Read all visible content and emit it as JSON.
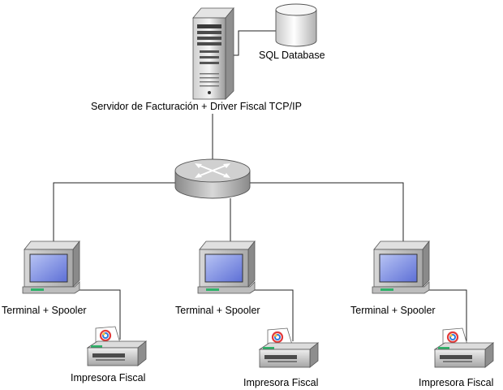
{
  "diagram": {
    "server": {
      "label": "Servidor de Facturación + Driver Fiscal TCP/IP"
    },
    "database": {
      "label": "SQL Database"
    },
    "router": {
      "name": "router-icon"
    },
    "terminals": [
      {
        "label": "Terminal + Spooler",
        "printer_label": "Impresora Fiscal"
      },
      {
        "label": "Terminal + Spooler",
        "printer_label": "Impresora Fiscal"
      },
      {
        "label": "Terminal + Spooler",
        "printer_label": "Impresora Fiscal"
      }
    ]
  }
}
